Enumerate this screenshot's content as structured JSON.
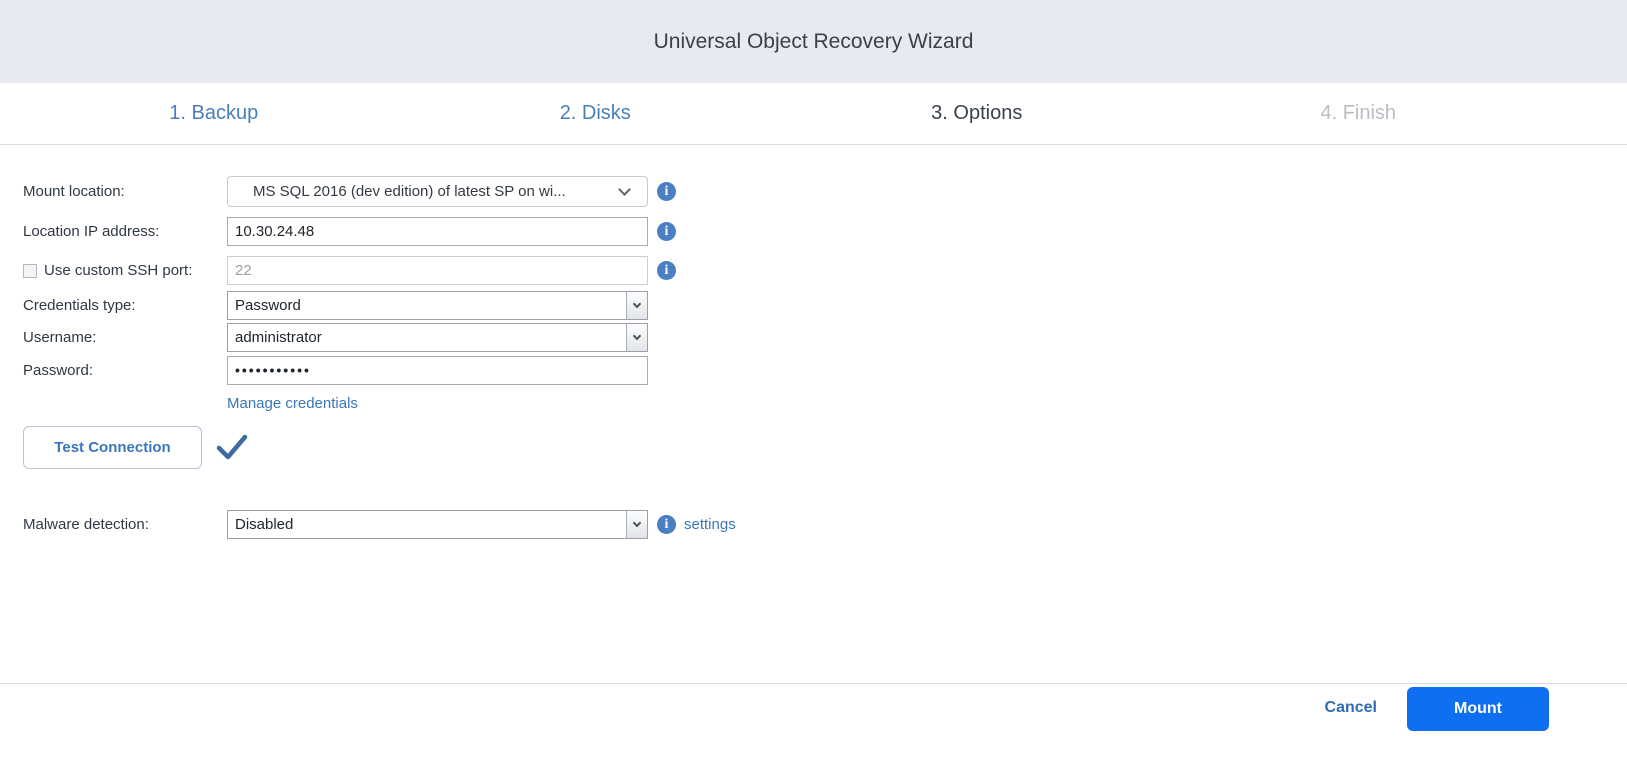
{
  "header": {
    "title": "Universal Object Recovery Wizard"
  },
  "steps": [
    {
      "label": "1. Backup",
      "state": "done"
    },
    {
      "label": "2. Disks",
      "state": "done"
    },
    {
      "label": "3. Options",
      "state": "current"
    },
    {
      "label": "4. Finish",
      "state": "upcoming"
    }
  ],
  "form": {
    "mount_location": {
      "label": "Mount location:",
      "value": "MS SQL 2016 (dev edition) of latest SP on wi..."
    },
    "location_ip": {
      "label": "Location IP address:",
      "value": "10.30.24.48"
    },
    "ssh_port": {
      "label": "Use custom SSH port:",
      "value": "22",
      "checked": false
    },
    "credentials_type": {
      "label": "Credentials type:",
      "value": "Password"
    },
    "username": {
      "label": "Username:",
      "value": "administrator"
    },
    "password": {
      "label": "Password:",
      "value": "•••••••••••"
    },
    "manage_credentials_label": "Manage credentials",
    "test_connection_label": "Test Connection",
    "malware_detection": {
      "label": "Malware detection:",
      "value": "Disabled"
    },
    "settings_label": "settings"
  },
  "footer": {
    "cancel_label": "Cancel",
    "mount_label": "Mount"
  },
  "icons": {
    "info_glyph": "i",
    "check_glyph": "checkmark",
    "chevron_glyph": "chevron-down"
  },
  "colors": {
    "titlebar_bg": "#e8eaf1",
    "step_done": "#4a7ebb",
    "step_current": "#3a424c",
    "step_upcoming": "#b9bdc3",
    "link_blue": "#3a77b8",
    "info_icon_bg": "#4a7fc1",
    "check_blue": "#3f6c9e",
    "mount_button_bg": "#0e6ff0",
    "cancel_text": "#2f6cb5",
    "divider": "#d8dbe0"
  }
}
